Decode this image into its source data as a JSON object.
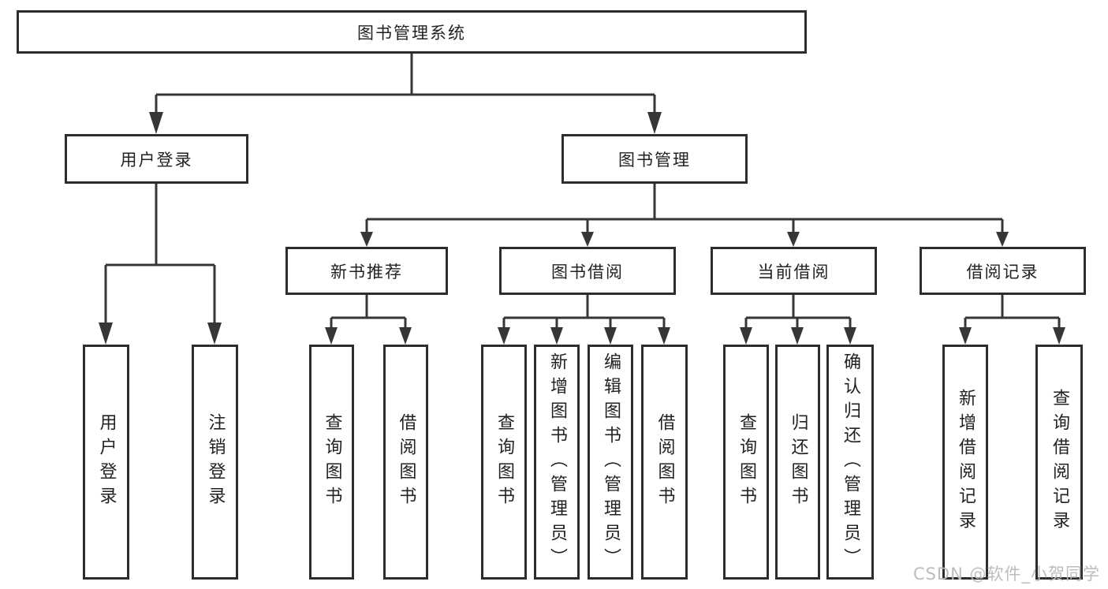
{
  "diagram": {
    "nodes": {
      "root": {
        "label": "图书管理系统"
      },
      "user_login": {
        "label": "用户登录"
      },
      "book_mgmt": {
        "label": "图书管理"
      },
      "new_book_rec": {
        "label": "新书推荐"
      },
      "book_borrow": {
        "label": "图书借阅"
      },
      "current_borrow": {
        "label": "当前借阅"
      },
      "borrow_record": {
        "label": "借阅记录"
      },
      "leaf_user_login": {
        "label": "用户登录"
      },
      "leaf_logout": {
        "label": "注销登录"
      },
      "leaf_nb_query": {
        "label": "查询图书"
      },
      "leaf_nb_borrow": {
        "label": "借阅图书"
      },
      "leaf_bb_query": {
        "label": "查询图书"
      },
      "leaf_bb_add": {
        "label": "新增图书（管理员）"
      },
      "leaf_bb_edit": {
        "label": "编辑图书（管理员）"
      },
      "leaf_bb_borrow": {
        "label": "借阅图书"
      },
      "leaf_cb_query": {
        "label": "查询图书"
      },
      "leaf_cb_return": {
        "label": "归还图书"
      },
      "leaf_cb_confirm": {
        "label": "确认归还（管理员）"
      },
      "leaf_br_add": {
        "label": "新增借阅记录"
      },
      "leaf_br_query": {
        "label": "查询借阅记录"
      }
    },
    "edges": [
      [
        "root",
        "user_login"
      ],
      [
        "root",
        "book_mgmt"
      ],
      [
        "user_login",
        "leaf_user_login"
      ],
      [
        "user_login",
        "leaf_logout"
      ],
      [
        "book_mgmt",
        "new_book_rec"
      ],
      [
        "book_mgmt",
        "book_borrow"
      ],
      [
        "book_mgmt",
        "current_borrow"
      ],
      [
        "book_mgmt",
        "borrow_record"
      ],
      [
        "new_book_rec",
        "leaf_nb_query"
      ],
      [
        "new_book_rec",
        "leaf_nb_borrow"
      ],
      [
        "book_borrow",
        "leaf_bb_query"
      ],
      [
        "book_borrow",
        "leaf_bb_add"
      ],
      [
        "book_borrow",
        "leaf_bb_edit"
      ],
      [
        "book_borrow",
        "leaf_bb_borrow"
      ],
      [
        "current_borrow",
        "leaf_cb_query"
      ],
      [
        "current_borrow",
        "leaf_cb_return"
      ],
      [
        "current_borrow",
        "leaf_cb_confirm"
      ],
      [
        "borrow_record",
        "leaf_br_add"
      ],
      [
        "borrow_record",
        "leaf_br_query"
      ]
    ],
    "colors": {
      "line": "#363636",
      "border": "#2d2d2d",
      "text": "#222222",
      "watermark": "#bdbdbd"
    },
    "watermark": "CSDN @软件_小贺同学"
  }
}
